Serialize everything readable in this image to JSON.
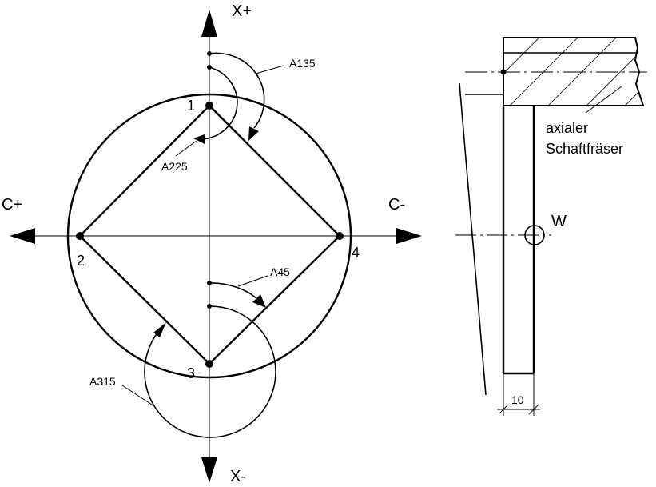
{
  "axes": {
    "x_plus": "X+",
    "x_minus": "X-",
    "c_plus": "C+",
    "c_minus": "C-"
  },
  "points": {
    "p1": "1",
    "p2": "2",
    "p3": "3",
    "p4": "4"
  },
  "angles": {
    "a135": "A135",
    "a225": "A225",
    "a45": "A45",
    "a315": "A315"
  },
  "side_view": {
    "tool_line1": "axialer",
    "tool_line2": "Schaftfräser",
    "workpiece_point": "W",
    "dimension": "10"
  }
}
